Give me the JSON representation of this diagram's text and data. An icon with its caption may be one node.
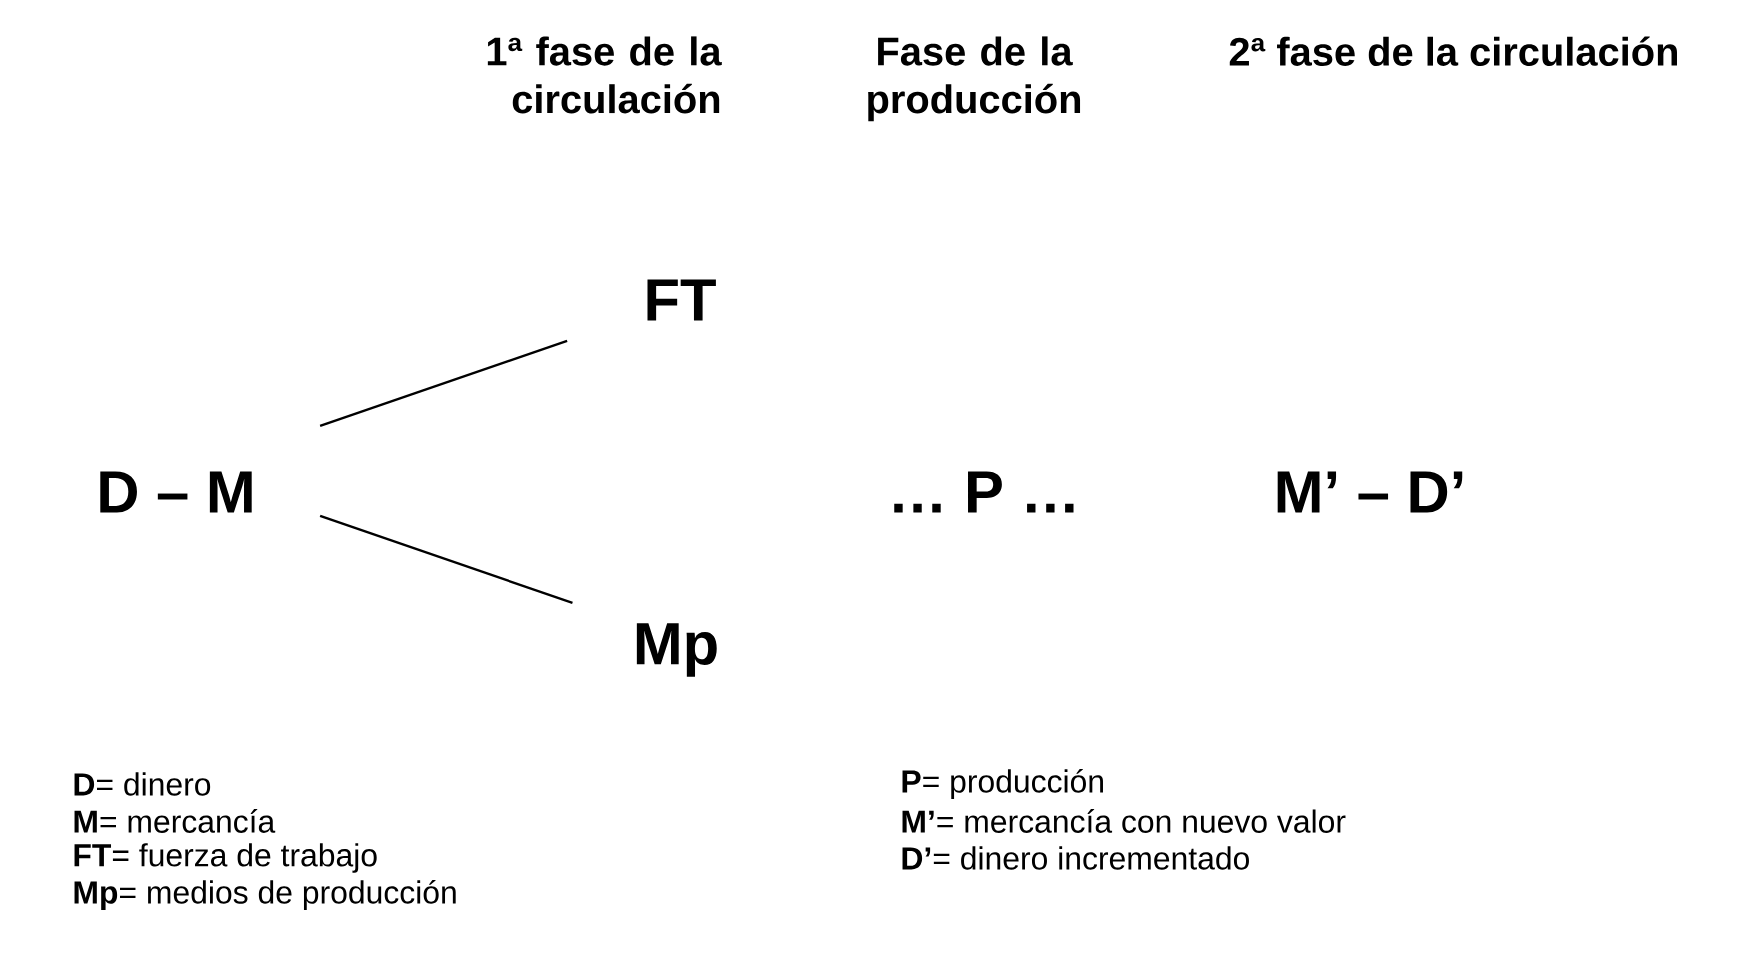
{
  "diagram": {
    "nodes": [
      {
        "text": [
          "D – M"
        ]
      },
      {
        "text": [
          "FT"
        ]
      },
      {
        "text": [
          "Mp"
        ]
      },
      {
        "text": [
          "… P …"
        ]
      },
      {
        "text": [
          "M’ – D’"
        ]
      }
    ],
    "edges": [
      {
        "from": 0,
        "to": 1,
        "arrow": "none"
      },
      {
        "from": 0,
        "to": 2,
        "arrow": "none"
      }
    ],
    "labels": [
      "1ª fase de la circulación",
      "Fase de la producción",
      "2ª fase de la circulación",
      "**D**= dinero",
      "**P**= producción",
      "**M**= mercancía",
      "**M’**= mercancía con nuevo valor",
      "**FT**= fuerza de trabajo",
      "**D’**= dinero incrementado",
      "**Mp**= medios de producción"
    ]
  }
}
